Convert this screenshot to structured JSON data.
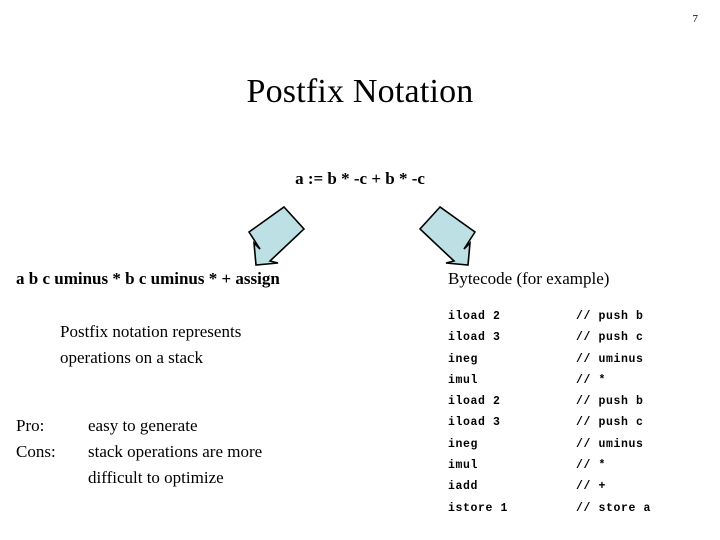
{
  "slide": {
    "page_number": "7",
    "title": "Postfix Notation",
    "infix_expression": "a := b * -c + b * -c",
    "postfix_expression": "a b c uminus * b c uminus * + assign",
    "arrow_fill_color": "#BCE0E3",
    "arrow_stroke_color": "#000000",
    "background_color": "#FFFFFF",
    "text_color": "#000000"
  },
  "arrows": [
    {
      "name": "arrow-down-left",
      "direction": "down-left"
    },
    {
      "name": "arrow-down-right",
      "direction": "down-right"
    }
  ],
  "left_column": {
    "note_lines": [
      "Postfix notation represents",
      "operations on a stack"
    ],
    "procons": [
      {
        "label": "Pro:",
        "value": "easy to generate"
      },
      {
        "label": "Cons:",
        "value": "stack operations are more"
      },
      {
        "label": "",
        "value": "difficult to optimize"
      }
    ]
  },
  "right_column": {
    "heading": "Bytecode (for example)",
    "code_lines": [
      {
        "instruction": "iload 2",
        "comment": "// push b"
      },
      {
        "instruction": "iload 3",
        "comment": "// push c"
      },
      {
        "instruction": "ineg",
        "comment": "// uminus"
      },
      {
        "instruction": "imul",
        "comment": "// *"
      },
      {
        "instruction": "iload 2",
        "comment": "// push b"
      },
      {
        "instruction": "iload 3",
        "comment": "// push c"
      },
      {
        "instruction": "ineg",
        "comment": "// uminus"
      },
      {
        "instruction": "imul",
        "comment": "// *"
      },
      {
        "instruction": "iadd",
        "comment": "// +"
      },
      {
        "instruction": "istore 1",
        "comment": "// store a"
      }
    ]
  }
}
